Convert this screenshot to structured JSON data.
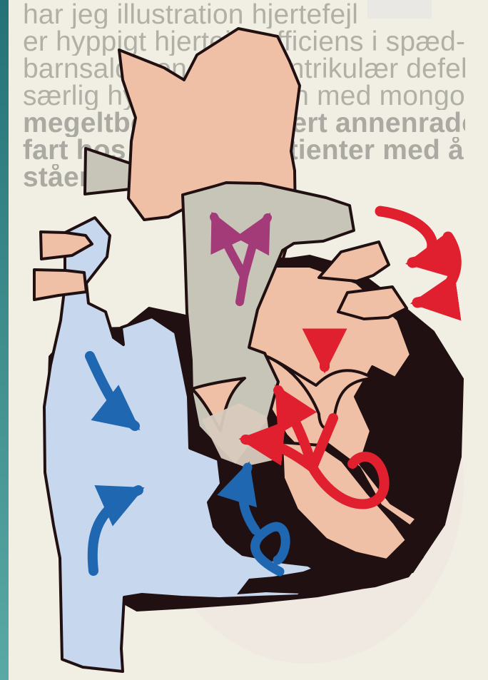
{
  "background_text": {
    "line_1": "har jeg illustration hjertefejl",
    "line_2": "er hyppigt hjerteinsufficiens i spæd-",
    "line_3": "barnsalderen. Atrioventrikulær defekt",
    "line_4": "særlig hyppig hos børn med mongolis-",
    "line_5": "megeltbesekldereseert annenrades ud-",
    "line_6": "fart hos de fleste patienter med åben-",
    "line_7": "stående ductus"
  },
  "colors": {
    "teal_border": "#3a8c8c",
    "page": "#f1efe3",
    "heart_pink": "#efbfa6",
    "heart_blue": "#c7d7ed",
    "heart_gray": "#bfbfb2",
    "outline": "#1f0f12",
    "arrow_red": "#e01f2f",
    "arrow_blue": "#1f67b0",
    "arrow_magenta": "#a33b78"
  },
  "icons": {
    "red_arrows": "arrow-red",
    "blue_arrows": "arrow-blue",
    "magenta_arrow": "arrow-magenta"
  }
}
